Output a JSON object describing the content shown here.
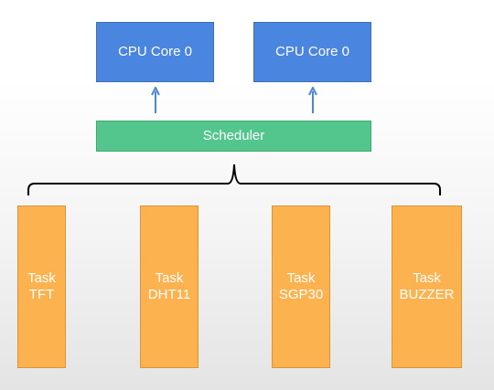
{
  "cores": [
    {
      "label": "CPU Core 0"
    },
    {
      "label": "CPU Core 0"
    }
  ],
  "scheduler": {
    "label": "Scheduler"
  },
  "tasks": [
    {
      "line1": "Task",
      "line2": "TFT"
    },
    {
      "line1": "Task",
      "line2": "DHT11"
    },
    {
      "line1": "Task",
      "line2": "SGP30"
    },
    {
      "line1": "Task",
      "line2": "BUZZER"
    }
  ],
  "colors": {
    "core": "#4a86e0",
    "scheduler": "#52c68c",
    "task": "#fbb24f",
    "arrow": "#4a86e0",
    "brace": "#000000"
  }
}
